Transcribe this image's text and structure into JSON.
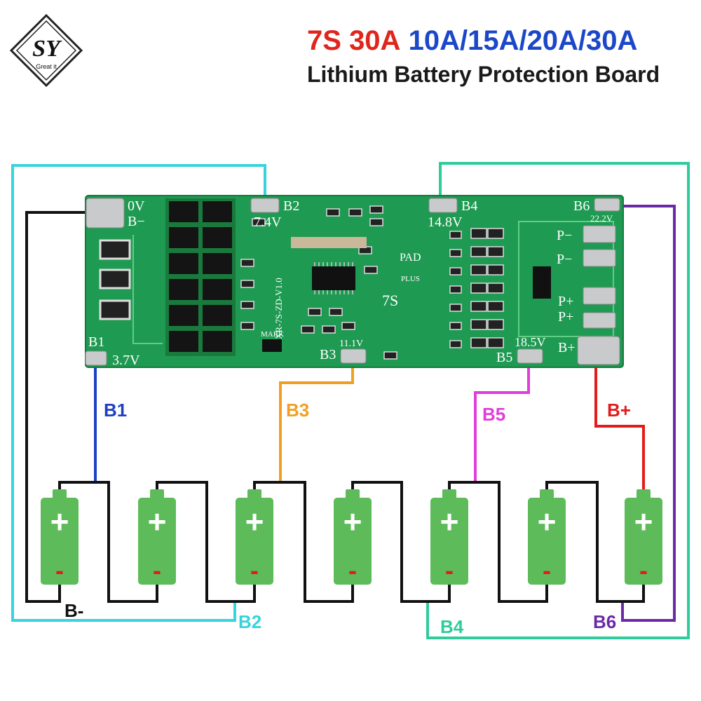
{
  "logo": {
    "text": "SY",
    "subtext": "Great it"
  },
  "title": {
    "series": "7S",
    "rating": "30A",
    "variants": "10A/15A/20A/30A",
    "subtitle": "Lithium Battery Protection Board",
    "colors": {
      "series": "#e0251b",
      "rating": "#e0251b",
      "variants": "#1b47c8"
    }
  },
  "board": {
    "model": "XR-7S-ZD-V1.0",
    "center_mark": "7S",
    "pad_text": "PAD",
    "plus_text": "PLUS",
    "mark_text": "MARK",
    "pads": [
      {
        "id": "B1",
        "voltage": "3.7V"
      },
      {
        "id": "B2",
        "voltage": "7.4V"
      },
      {
        "id": "B3",
        "voltage": "11.1V"
      },
      {
        "id": "B4",
        "voltage": "14.8V"
      },
      {
        "id": "B5",
        "voltage": "18.5V"
      },
      {
        "id": "B6",
        "voltage": "22.2V"
      }
    ],
    "zero_v": "0V",
    "b_minus": "B−",
    "b_plus": "B+",
    "p_minus_1": "P−",
    "p_minus_2": "P−",
    "p_plus_1": "P+",
    "p_plus_2": "P+"
  },
  "wires": [
    {
      "label": "B1",
      "color": "#1d3fc4"
    },
    {
      "label": "B2",
      "color": "#38d3dd"
    },
    {
      "label": "B3",
      "color": "#f0a020"
    },
    {
      "label": "B4",
      "color": "#2ecc9a"
    },
    {
      "label": "B5",
      "color": "#e03ed8"
    },
    {
      "label": "B6",
      "color": "#6a2aa8"
    },
    {
      "label": "B+",
      "color": "#e21b1b"
    },
    {
      "label": "B-",
      "color": "#111111"
    }
  ],
  "cell": {
    "plus": "+",
    "minus": "-",
    "color": "#5dbb5a",
    "count": 7
  }
}
